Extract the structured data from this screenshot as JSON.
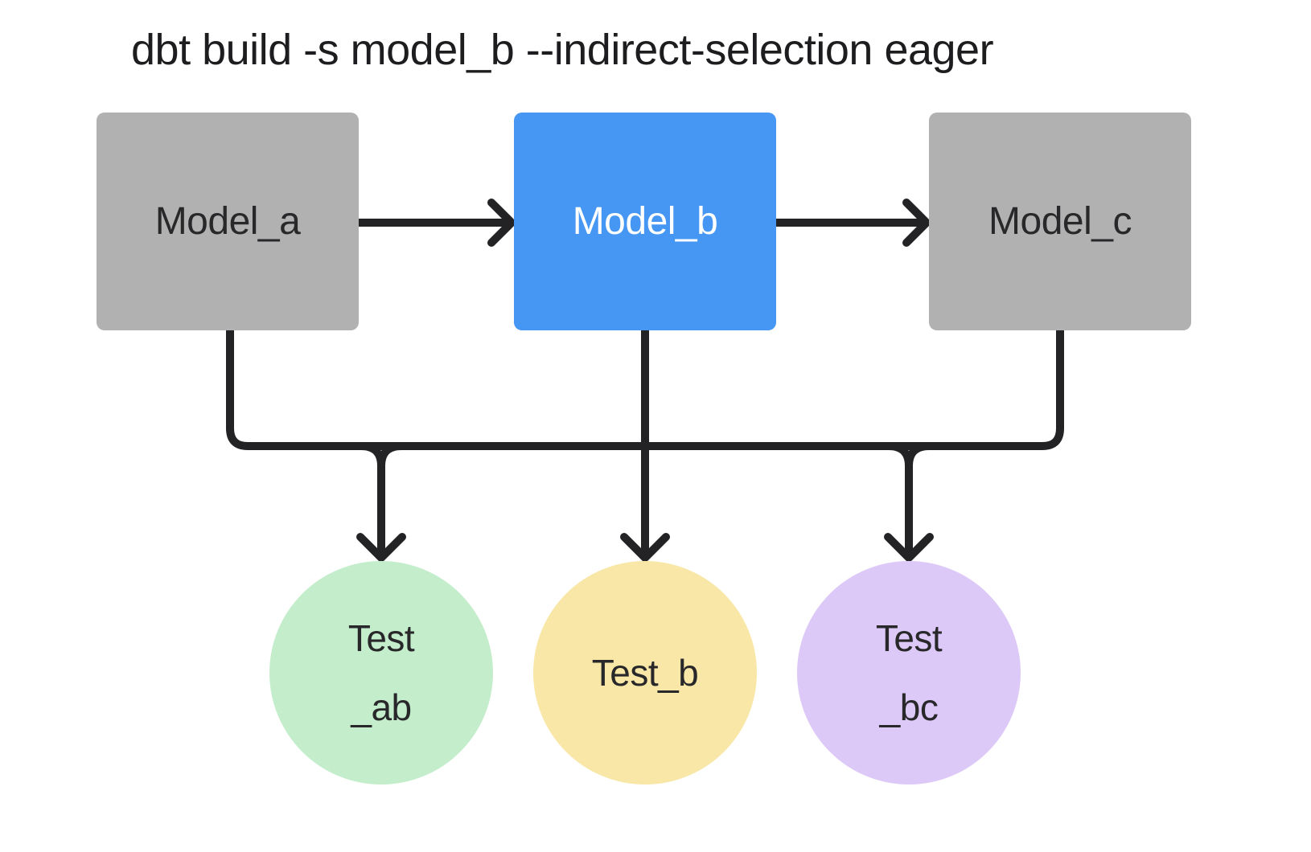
{
  "title": "dbt build -s model_b --indirect-selection eager",
  "colors": {
    "background": "#ffffff",
    "line": "#232325",
    "box_gray": "#b1b1b1",
    "box_blue": "#4697f3",
    "circle_green": "#c4edcc",
    "circle_yellow": "#f8e7a7",
    "circle_purple": "#ddc9f7",
    "text_dark": "#28282a",
    "text_light": "#ffffff",
    "title_text": "#1d1d1f"
  },
  "nodes": {
    "model_a": {
      "label": "Model_a"
    },
    "model_b": {
      "label": "Model_b"
    },
    "model_c": {
      "label": "Model_c"
    },
    "test_ab": {
      "line1": "Test",
      "line2": "_ab"
    },
    "test_b": {
      "line1": "Test_b"
    },
    "test_bc": {
      "line1": "Test",
      "line2": "_bc"
    }
  },
  "edges": {
    "a_to_b": "arrow",
    "b_to_c": "arrow",
    "a_b_c_to_tests": "fan-out trunk with three arrow drops"
  }
}
